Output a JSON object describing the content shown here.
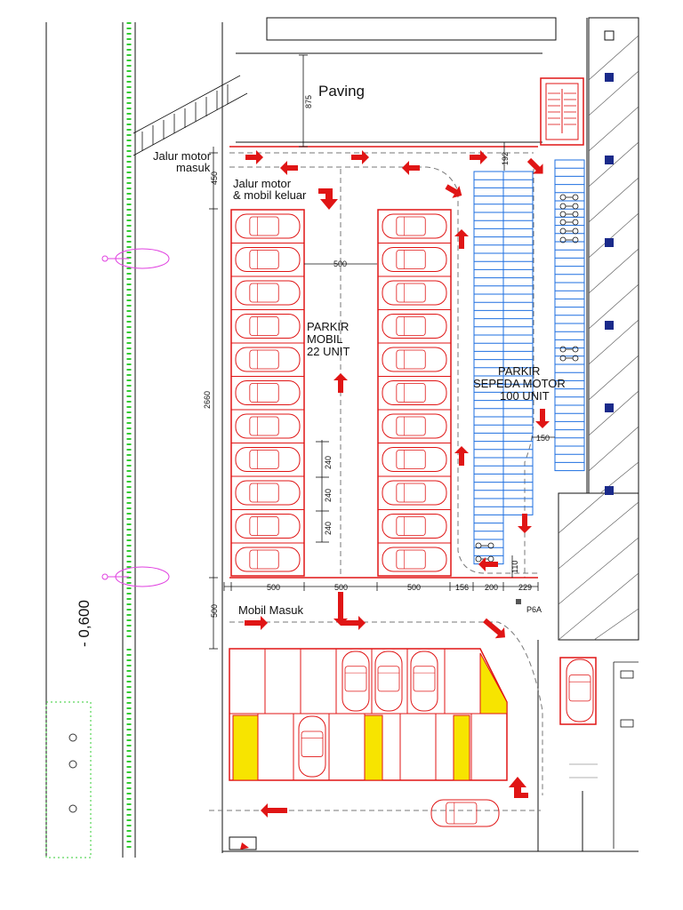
{
  "labels": {
    "paving": "Paving",
    "jalur_motor_masuk_1": "Jalur motor",
    "jalur_motor_masuk_2": "masuk",
    "jalur_keluar_1": "Jalur motor",
    "jalur_keluar_2": "& mobil keluar",
    "parkir_mobil_1": "PARKIR",
    "parkir_mobil_2": "MOBIL",
    "parkir_mobil_3": "22 UNIT",
    "parkir_motor_1": "PARKIR",
    "parkir_motor_2": "SEPEDA MOTOR",
    "parkir_motor_3": "100 UNIT",
    "mobil_masuk": "Mobil Masuk",
    "level": "- 0,600",
    "p6a": "P6A"
  },
  "dimensions": {
    "d875": "875",
    "d450": "450",
    "d500_mid": "500",
    "d2660": "2660",
    "d240_a": "240",
    "d240_b": "240",
    "d240_c": "240",
    "d192": "192",
    "d150": "150",
    "d110": "110",
    "d500_entry": "500",
    "d_bottom": [
      "500",
      "500",
      "500",
      "156",
      "200",
      "229"
    ]
  },
  "colors": {
    "red": "#e01515",
    "blue": "#1e6fe0",
    "green": "#33cc33",
    "yellow": "#f7e400",
    "magenta": "#e040e0",
    "navy": "#1a2a8a"
  },
  "icons": [
    "traffic-arrow-icon",
    "car-icon",
    "motorcycle-icon",
    "stair-icon"
  ]
}
